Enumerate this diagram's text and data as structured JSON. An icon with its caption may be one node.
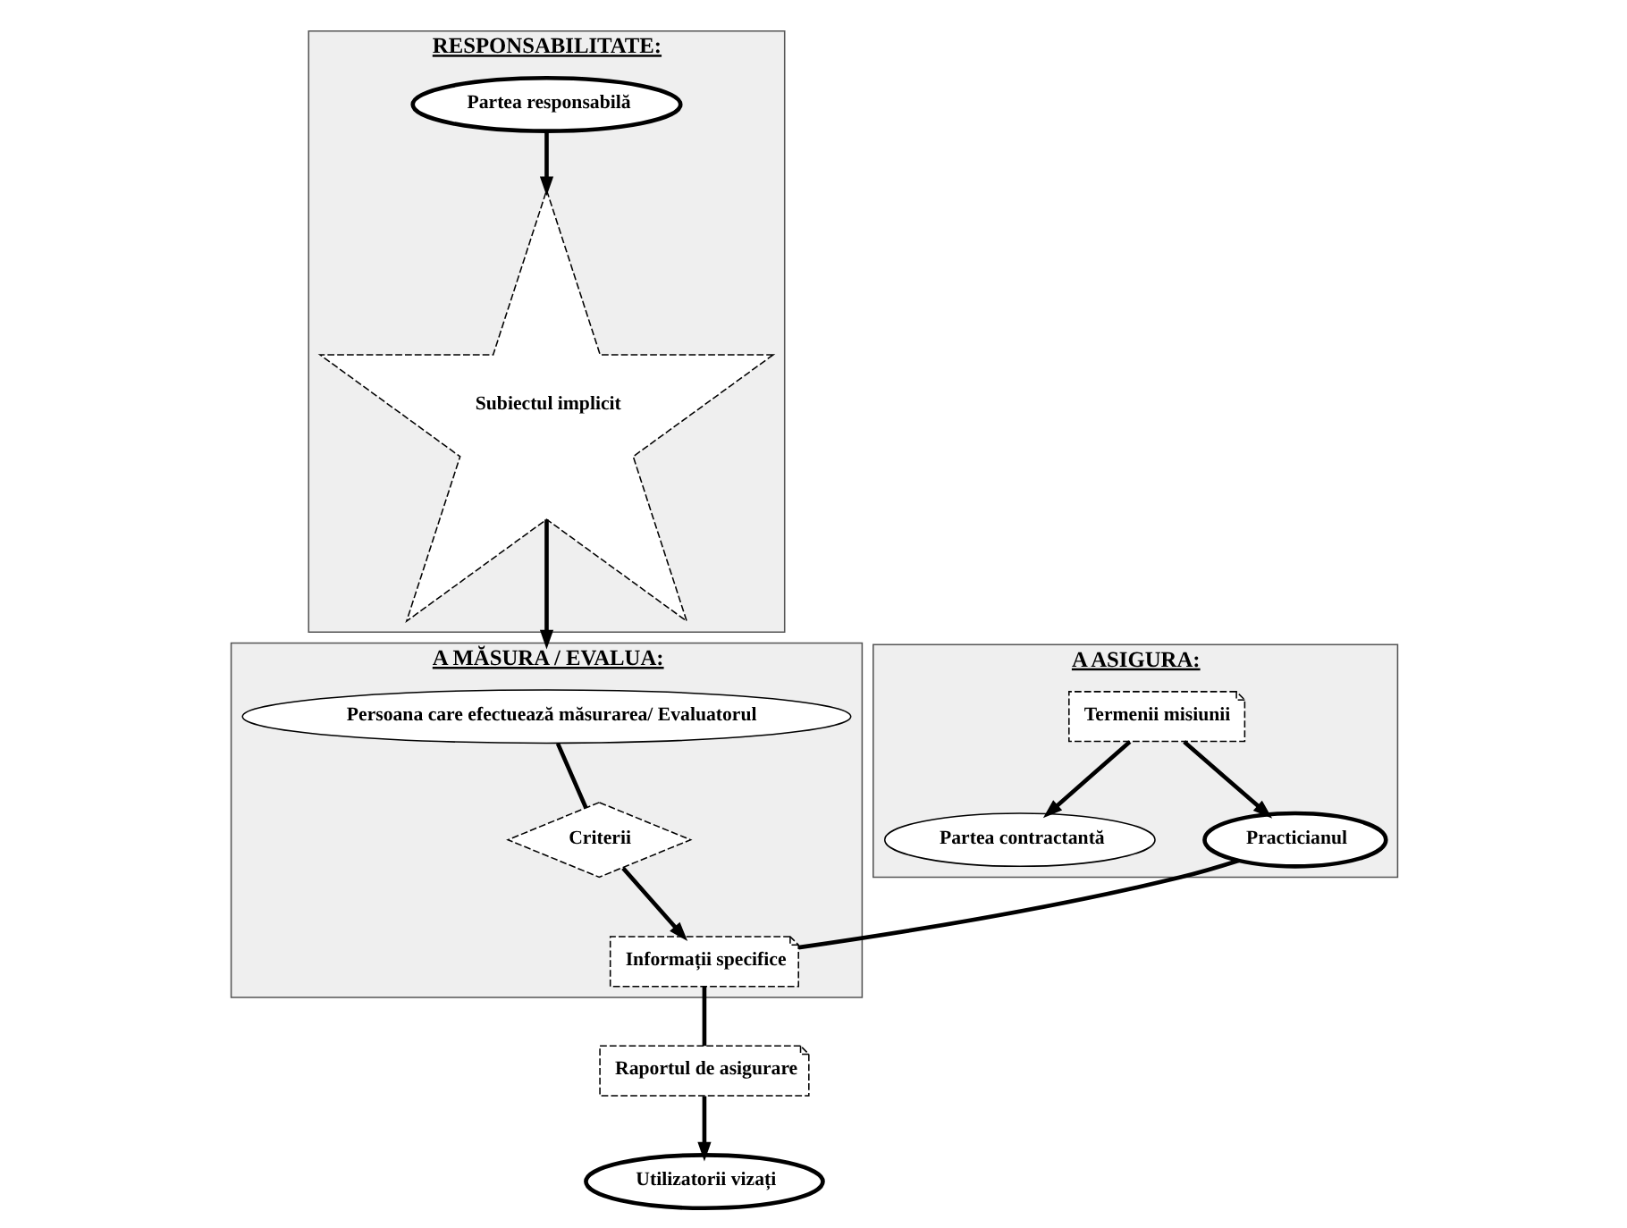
{
  "diagram": {
    "nodes": [
      {
        "text": [
          "RESPONSABILITATE:"
        ]
      },
      {
        "text": [
          "Partea responsabilă"
        ],
        "in": 0
      },
      {
        "text": [
          "Subiectul implicit"
        ],
        "in": 0
      },
      {
        "text": [
          "A MĂSURA / EVALUA:"
        ]
      },
      {
        "text": [
          "Persoana care efectuează măsurarea/ Evaluatorul"
        ],
        "in": 3
      },
      {
        "text": [
          "Criterii"
        ],
        "in": 3
      },
      {
        "text": [
          "Informații specifice"
        ],
        "in": 3
      },
      {
        "text": [
          "A ASIGURA:"
        ]
      },
      {
        "text": [
          "Partea contractantă"
        ],
        "in": 7
      },
      {
        "text": [
          "Termenii misiunii"
        ],
        "in": 7
      },
      {
        "text": [
          "Practicianul"
        ],
        "in": 7
      },
      {
        "text": [
          "Raportul de asigurare"
        ]
      },
      {
        "text": [
          "Utilizatorii vizați"
        ]
      }
    ],
    "edges": [
      {
        "from": 1,
        "to": 2,
        "arrow": "to"
      },
      {
        "from": 4,
        "to": 5,
        "arrow": "none"
      },
      {
        "from": 5,
        "to": 6,
        "arrow": "to"
      },
      {
        "from": 2,
        "to": 3,
        "arrow": "to"
      },
      {
        "from": 9,
        "to": 8,
        "arrow": "to"
      },
      {
        "from": 9,
        "to": 10,
        "arrow": "to"
      },
      {
        "from": 10,
        "to": 6,
        "arrow": "none"
      },
      {
        "from": 6,
        "to": 11,
        "arrow": "none"
      },
      {
        "from": 11,
        "to": 12,
        "arrow": "to"
      }
    ]
  }
}
